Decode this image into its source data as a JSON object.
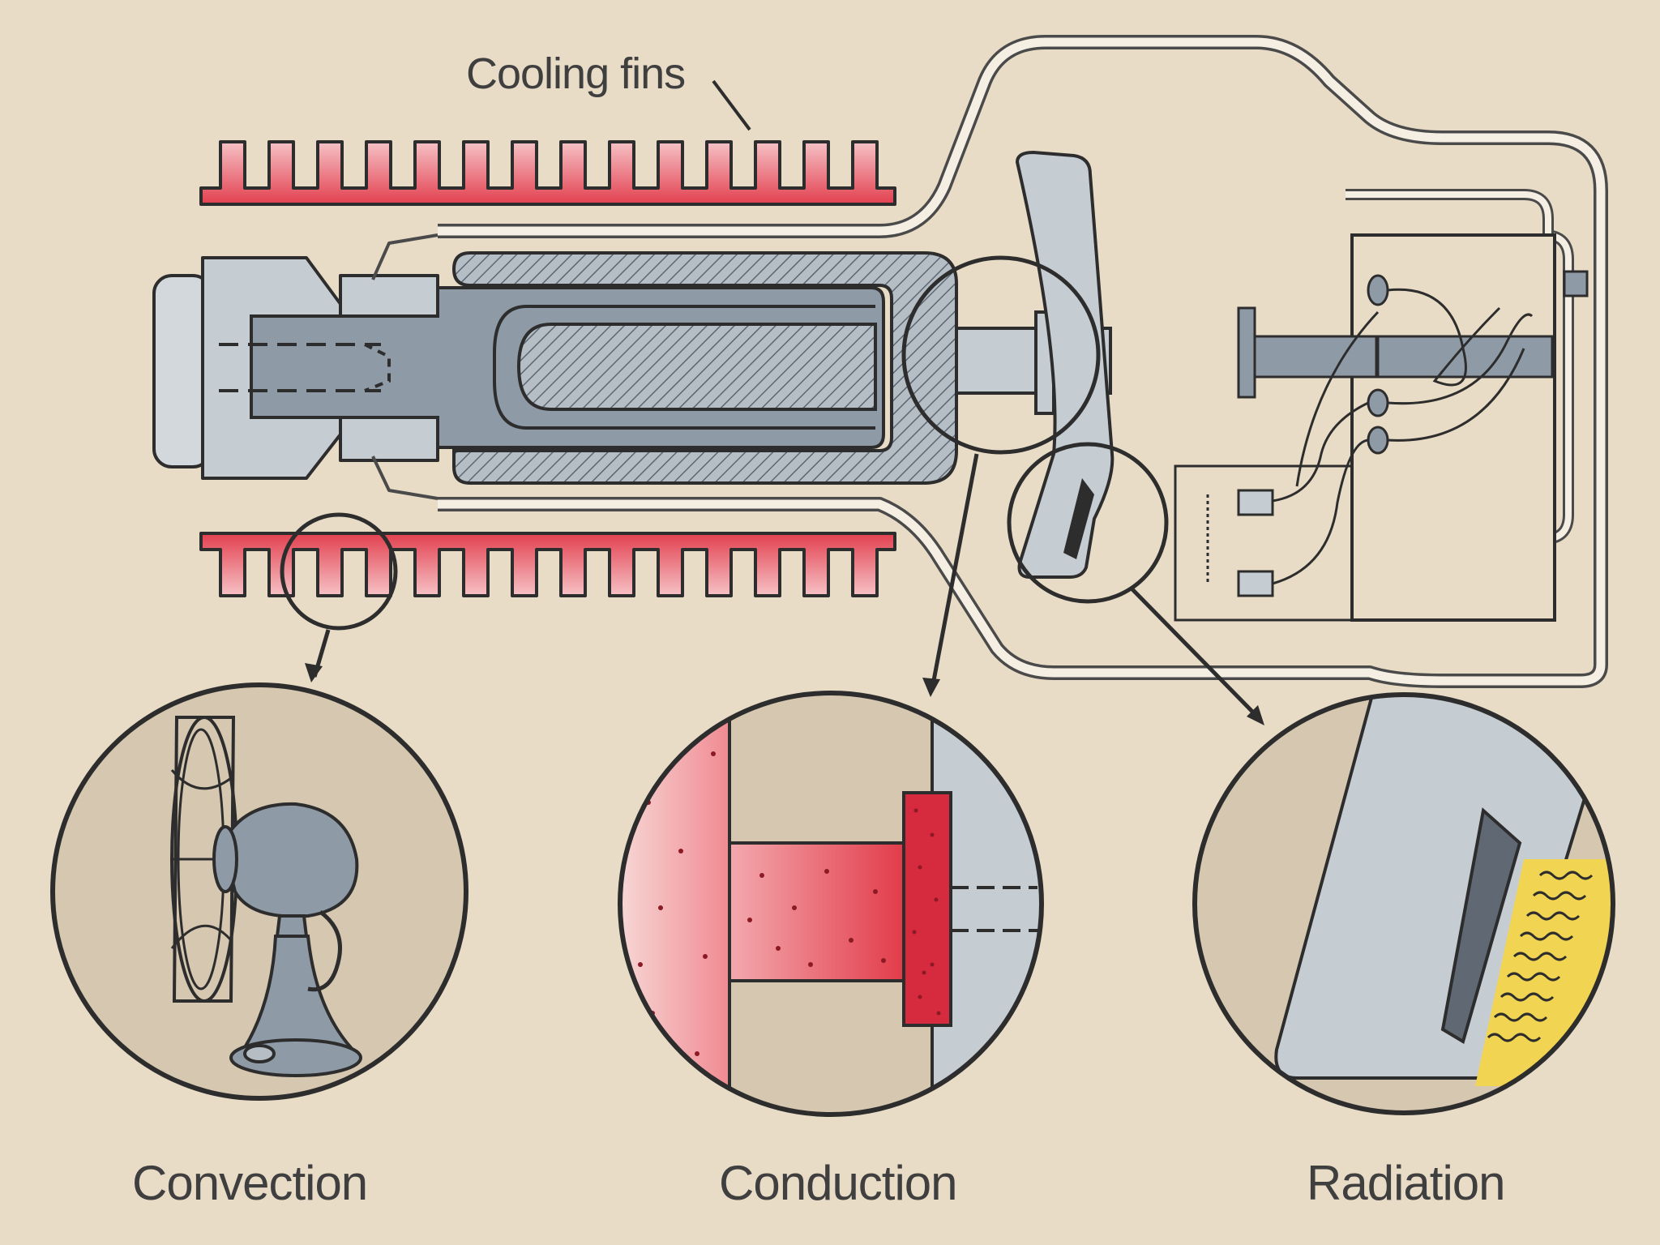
{
  "labels": {
    "cooling_fins": "Cooling fins",
    "convection": "Convection",
    "conduction": "Conduction",
    "radiation": "Radiation"
  },
  "colors": {
    "background": "#e9dcc6",
    "housing": "#c6cdd2",
    "anode": "#8e9aa6",
    "fin_red": "#e64a5c",
    "outline": "#2d2d2d",
    "radiation_yellow": "#f2d453"
  }
}
